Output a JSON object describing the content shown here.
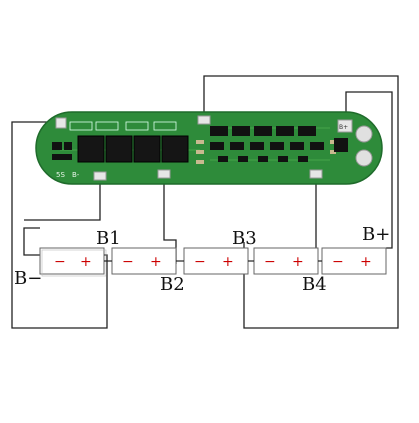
{
  "diagram": {
    "board": {
      "silkscreen_left": "5S",
      "silkscreen_bneg": "B-",
      "pad_b_plus": "B+"
    },
    "labels": {
      "b_minus": "B−",
      "b1": "B1",
      "b2": "B2",
      "b3": "B3",
      "b4": "B4",
      "b_plus": "B+"
    },
    "cell_polarity": {
      "neg": "−",
      "pos": "+"
    },
    "colors": {
      "pcb_green": "#2e8b3a",
      "pcb_edge": "#1f6b2b",
      "wire": "#222222",
      "cell_outline": "#666666",
      "neg_sign": "#cc0000",
      "pos_sign": "#cc0000"
    }
  }
}
